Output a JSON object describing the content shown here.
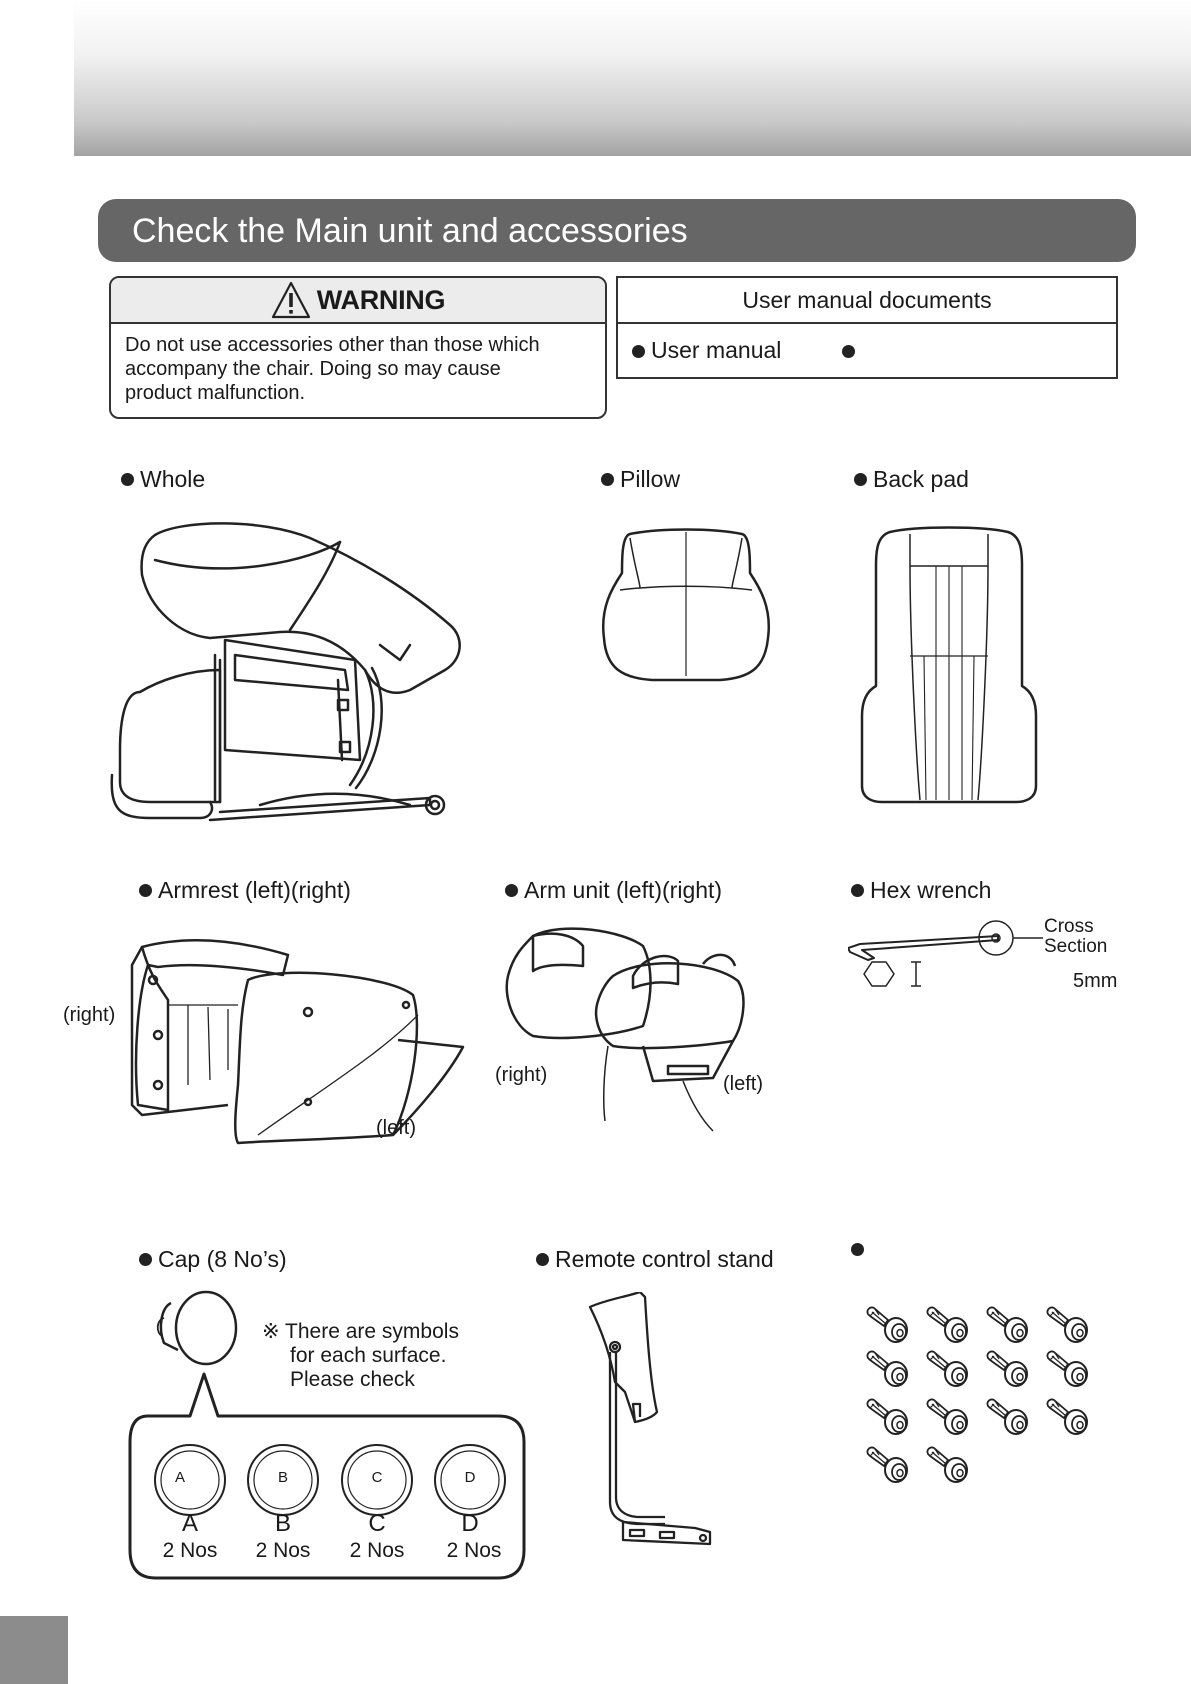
{
  "header": {
    "section_title": "Check the Main unit and accessories"
  },
  "warning": {
    "title": "WARNING",
    "lines": [
      "Do not use accessories other than those which",
      "accompany the chair. Doing so may cause",
      "product malfunction."
    ]
  },
  "manual_documents": {
    "title": "User manual documents",
    "items": [
      "User manual",
      ""
    ]
  },
  "accessories": {
    "whole": "Whole",
    "pillow": "Pillow",
    "back_pad": "Back pad",
    "armrest": "Armrest (left)(right)",
    "armrest_right": "(right)",
    "armrest_left": "(left)",
    "arm_unit": "Arm unit (left)(right)",
    "arm_unit_right": "(right)",
    "arm_unit_left": "(left)",
    "hex_wrench": "Hex wrench",
    "cross_section": [
      "Cross",
      "Section"
    ],
    "hex_size": "5mm",
    "cap": "Cap (8 No’s)",
    "cap_note": [
      "※ There are symbols",
      "for each surface.",
      "Please check"
    ],
    "caps": [
      {
        "symbol": "A",
        "letter": "A",
        "qty": "2 Nos"
      },
      {
        "symbol": "B",
        "letter": "B",
        "qty": "2 Nos"
      },
      {
        "symbol": "C",
        "letter": "C",
        "qty": "2 Nos"
      },
      {
        "symbol": "D",
        "letter": "D",
        "qty": "2 Nos"
      }
    ],
    "remote_stand": "Remote control stand",
    "bolts": ""
  }
}
